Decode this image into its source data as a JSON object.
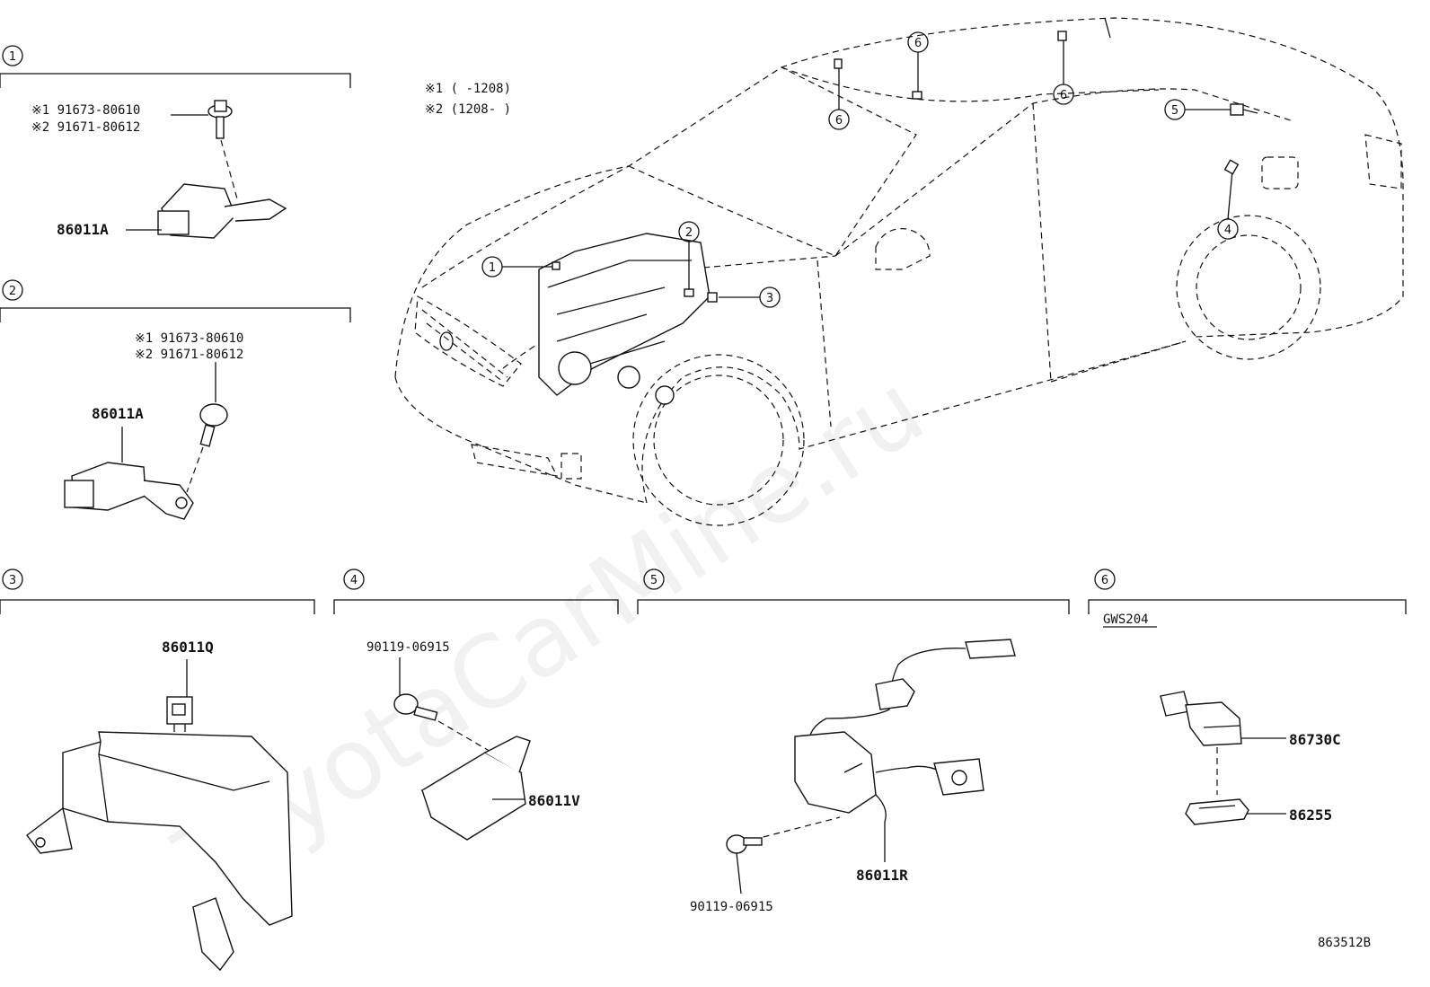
{
  "notes": {
    "note1": "※1 (     -1208)",
    "note2": "※2 (1208-     )"
  },
  "sections": [
    {
      "id": "1",
      "parts": [
        "※1 91673-80610",
        "※2 91671-80612",
        "86011A"
      ]
    },
    {
      "id": "2",
      "parts": [
        "※1 91673-80610",
        "※2 91671-80612",
        "86011A"
      ]
    },
    {
      "id": "3",
      "parts": [
        "86011Q"
      ]
    },
    {
      "id": "4",
      "parts": [
        "90119-06915",
        "86011V"
      ]
    },
    {
      "id": "5",
      "parts": [
        "86011R",
        "90119-06915"
      ]
    },
    {
      "id": "6",
      "ref": "GWS204",
      "parts": [
        "86730C",
        "86255"
      ]
    }
  ],
  "car_callouts": [
    "1",
    "2",
    "3",
    "4",
    "5",
    "6",
    "6",
    "6"
  ],
  "diagram_code": "863512B",
  "watermark": "ToyotaCarMine.ru"
}
